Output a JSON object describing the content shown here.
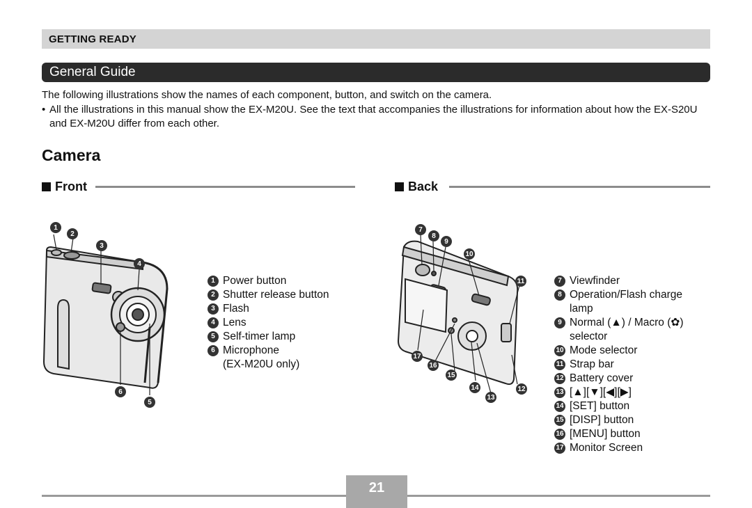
{
  "header": {
    "section": "GETTING READY",
    "guide_title": "General Guide"
  },
  "intro": {
    "line": "The following illustrations show the names of each component, button, and switch on the camera.",
    "bullet": "All the illustrations in this manual show the EX-M20U. See the text that accompanies the illustrations for information about how the EX-S20U and EX-M20U differ from each other."
  },
  "camera_title": "Camera",
  "front": {
    "heading": "Front",
    "callouts": [
      "1",
      "2",
      "3",
      "4",
      "5",
      "6"
    ],
    "items": [
      {
        "num": "1",
        "label": "Power button"
      },
      {
        "num": "2",
        "label": "Shutter release button"
      },
      {
        "num": "3",
        "label": "Flash"
      },
      {
        "num": "4",
        "label": "Lens"
      },
      {
        "num": "5",
        "label": "Self-timer lamp"
      },
      {
        "num": "6",
        "label": "Microphone",
        "cont": "(EX-M20U only)"
      }
    ]
  },
  "back": {
    "heading": "Back",
    "callouts": [
      "7",
      "8",
      "9",
      "10",
      "11",
      "12",
      "13",
      "14",
      "15",
      "16",
      "17"
    ],
    "items": [
      {
        "num": "7",
        "label": "Viewfinder"
      },
      {
        "num": "8",
        "label": "Operation/Flash charge",
        "cont": "lamp"
      },
      {
        "num": "9",
        "label": "Normal (▲) / Macro (✿)",
        "cont": "selector"
      },
      {
        "num": "10",
        "label": "Mode selector"
      },
      {
        "num": "11",
        "label": "Strap bar"
      },
      {
        "num": "12",
        "label": "Battery cover"
      },
      {
        "num": "13",
        "label": "[▲][▼][◀][▶]"
      },
      {
        "num": "14",
        "label": "[SET] button"
      },
      {
        "num": "15",
        "label": "[DISP] button"
      },
      {
        "num": "16",
        "label": "[MENU] button"
      },
      {
        "num": "17",
        "label": "Monitor Screen"
      }
    ]
  },
  "page_number": "21"
}
